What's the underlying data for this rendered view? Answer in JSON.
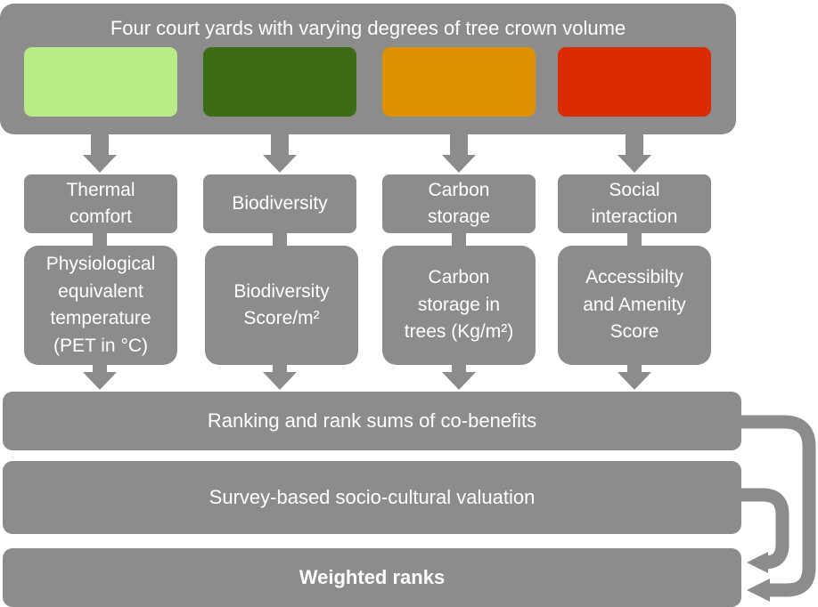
{
  "header": {
    "title": "Four court yards with varying degrees of tree crown volume",
    "swatch_colors": [
      "#b8ec86",
      "#3e6b16",
      "#de9200",
      "#da2a00"
    ]
  },
  "categories": [
    {
      "lines": [
        "Thermal",
        "comfort"
      ]
    },
    {
      "lines": [
        "Biodiversity"
      ]
    },
    {
      "lines": [
        "Carbon",
        "storage"
      ]
    },
    {
      "lines": [
        "Social",
        "interaction"
      ]
    }
  ],
  "metrics": [
    {
      "lines": [
        "Physiological",
        "equivalent",
        "temperature",
        "(PET in °C)"
      ]
    },
    {
      "lines": [
        "Biodiversity",
        "Score/m²"
      ]
    },
    {
      "lines": [
        "Carbon",
        "storage in",
        "trees (Kg/m²)"
      ]
    },
    {
      "lines": [
        "Accessibilty",
        "and Amenity",
        "Score"
      ]
    }
  ],
  "steps": {
    "ranking": "Ranking and rank sums of co-benefits",
    "survey": "Survey-based socio-cultural valuation",
    "weighted": "Weighted ranks"
  },
  "colors": {
    "box_fill": "#8c8c8c",
    "text": "#ffffff"
  }
}
